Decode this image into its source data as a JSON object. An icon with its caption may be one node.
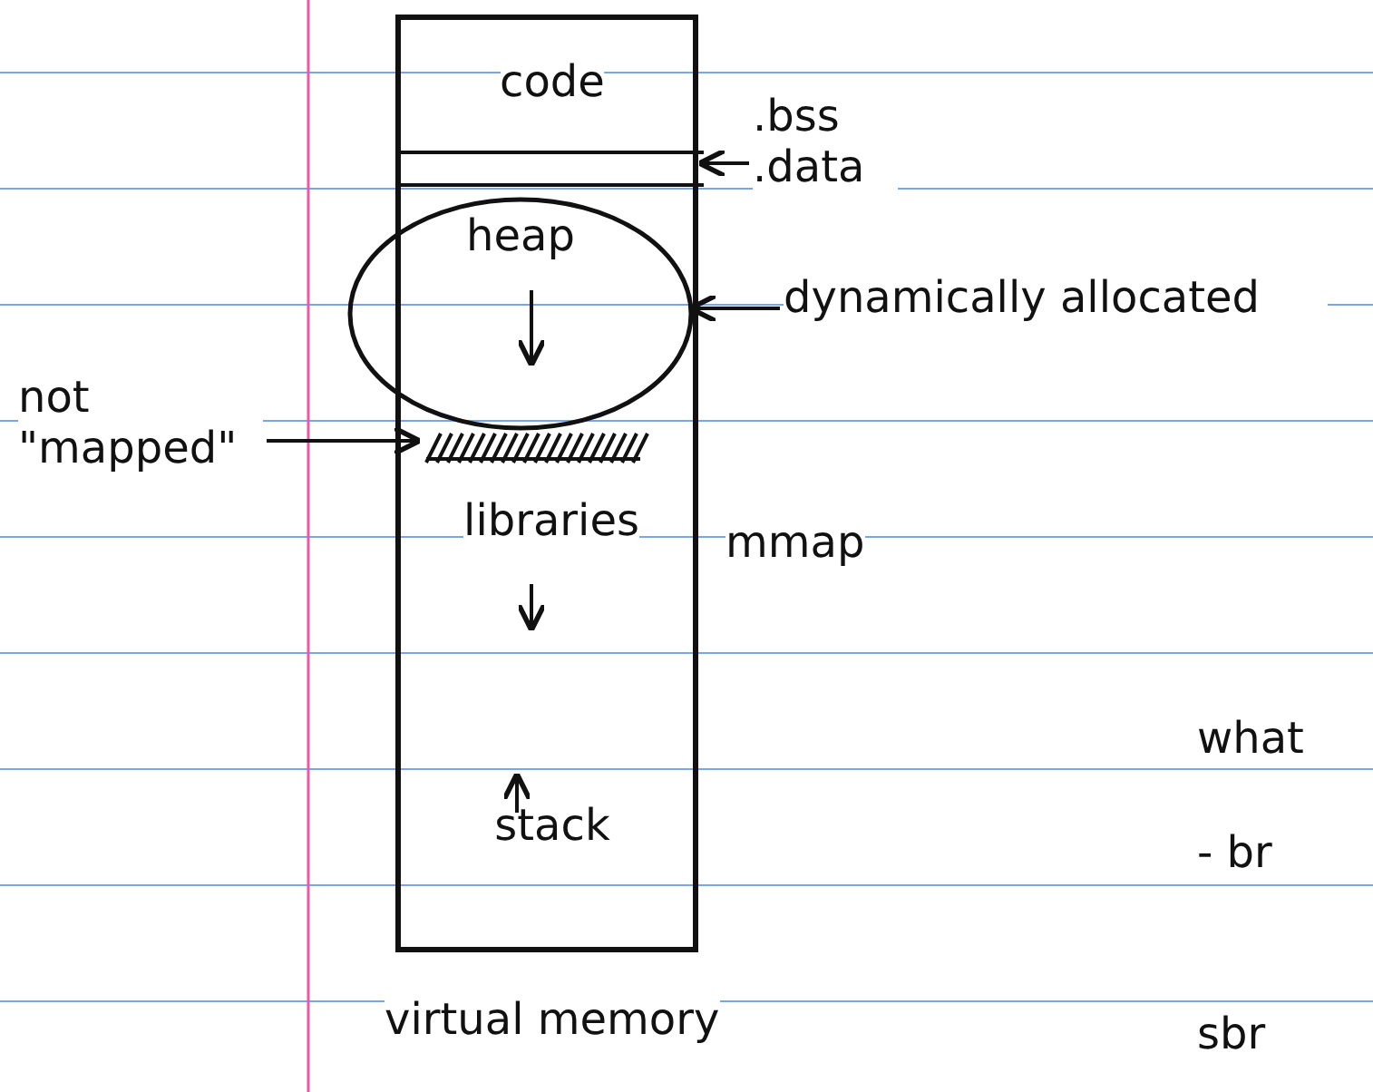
{
  "diagram": {
    "caption": "virtual memory",
    "nodes": [
      {
        "text": [],
        "shape": "box"
      },
      {
        "text": [
          "code"
        ],
        "in": 0
      },
      {
        "text": [
          ".bss .data"
        ]
      },
      {
        "text": [],
        "shape": "bar",
        "in": 0
      },
      {
        "text": [
          "heap"
        ],
        "in": 0
      },
      {
        "text": [
          "dynamically allocated"
        ]
      },
      {
        "text": [
          "not \"mapped\""
        ]
      },
      {
        "text": [],
        "shape": "bar",
        "in": 0
      },
      {
        "text": [
          "libraries"
        ],
        "in": 0,
        "beside": [
          "mmap"
        ]
      },
      {
        "text": [
          "stack"
        ],
        "in": 0
      }
    ],
    "edges": [
      {
        "from": 2,
        "to": 3,
        "arrow": "to"
      },
      {
        "from": 5,
        "to": 4,
        "arrow": "to"
      },
      {
        "from": 6,
        "to": 7,
        "arrow": "to"
      }
    ],
    "labels": [
      "what",
      "- br",
      "sbr"
    ]
  }
}
